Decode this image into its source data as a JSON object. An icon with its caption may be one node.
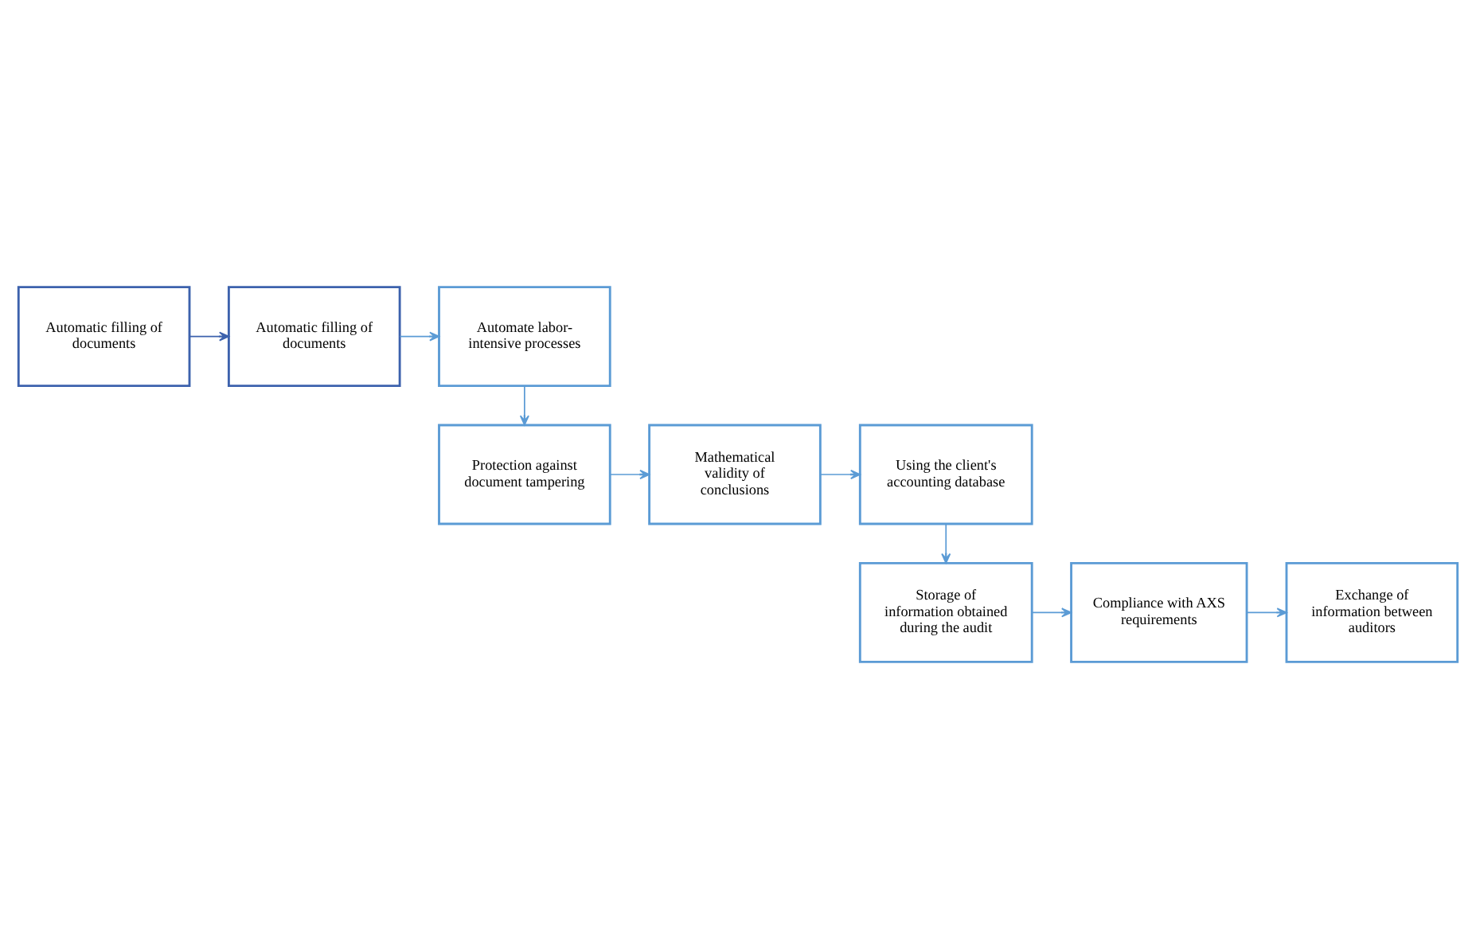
{
  "diagram": {
    "nodes": [
      {
        "text": [
          "Automatic filling of documents"
        ]
      },
      {
        "text": [
          "Automatic filling of documents"
        ]
      },
      {
        "text": [
          "Automate labor-intensive processes"
        ]
      },
      {
        "text": [
          "Protection against document tampering"
        ]
      },
      {
        "text": [
          "Mathematical validity of conclusions"
        ]
      },
      {
        "text": [
          "Using the client's accounting database"
        ]
      },
      {
        "text": [
          "Storage of information obtained during the audit"
        ]
      },
      {
        "text": [
          "Compliance with AXS requirements"
        ]
      },
      {
        "text": [
          "Exchange of information between auditors"
        ]
      }
    ],
    "edges": [
      {
        "from": 0,
        "to": 1,
        "arrow": "to",
        "color": "#3d62ad"
      },
      {
        "from": 1,
        "to": 2,
        "arrow": "to"
      },
      {
        "from": 2,
        "to": 3,
        "arrow": "to"
      },
      {
        "from": 3,
        "to": 4,
        "arrow": "to"
      },
      {
        "from": 4,
        "to": 5,
        "arrow": "to"
      },
      {
        "from": 5,
        "to": 6,
        "arrow": "to"
      },
      {
        "from": 6,
        "to": 7,
        "arrow": "to"
      },
      {
        "from": 7,
        "to": 8,
        "arrow": "to"
      }
    ]
  }
}
